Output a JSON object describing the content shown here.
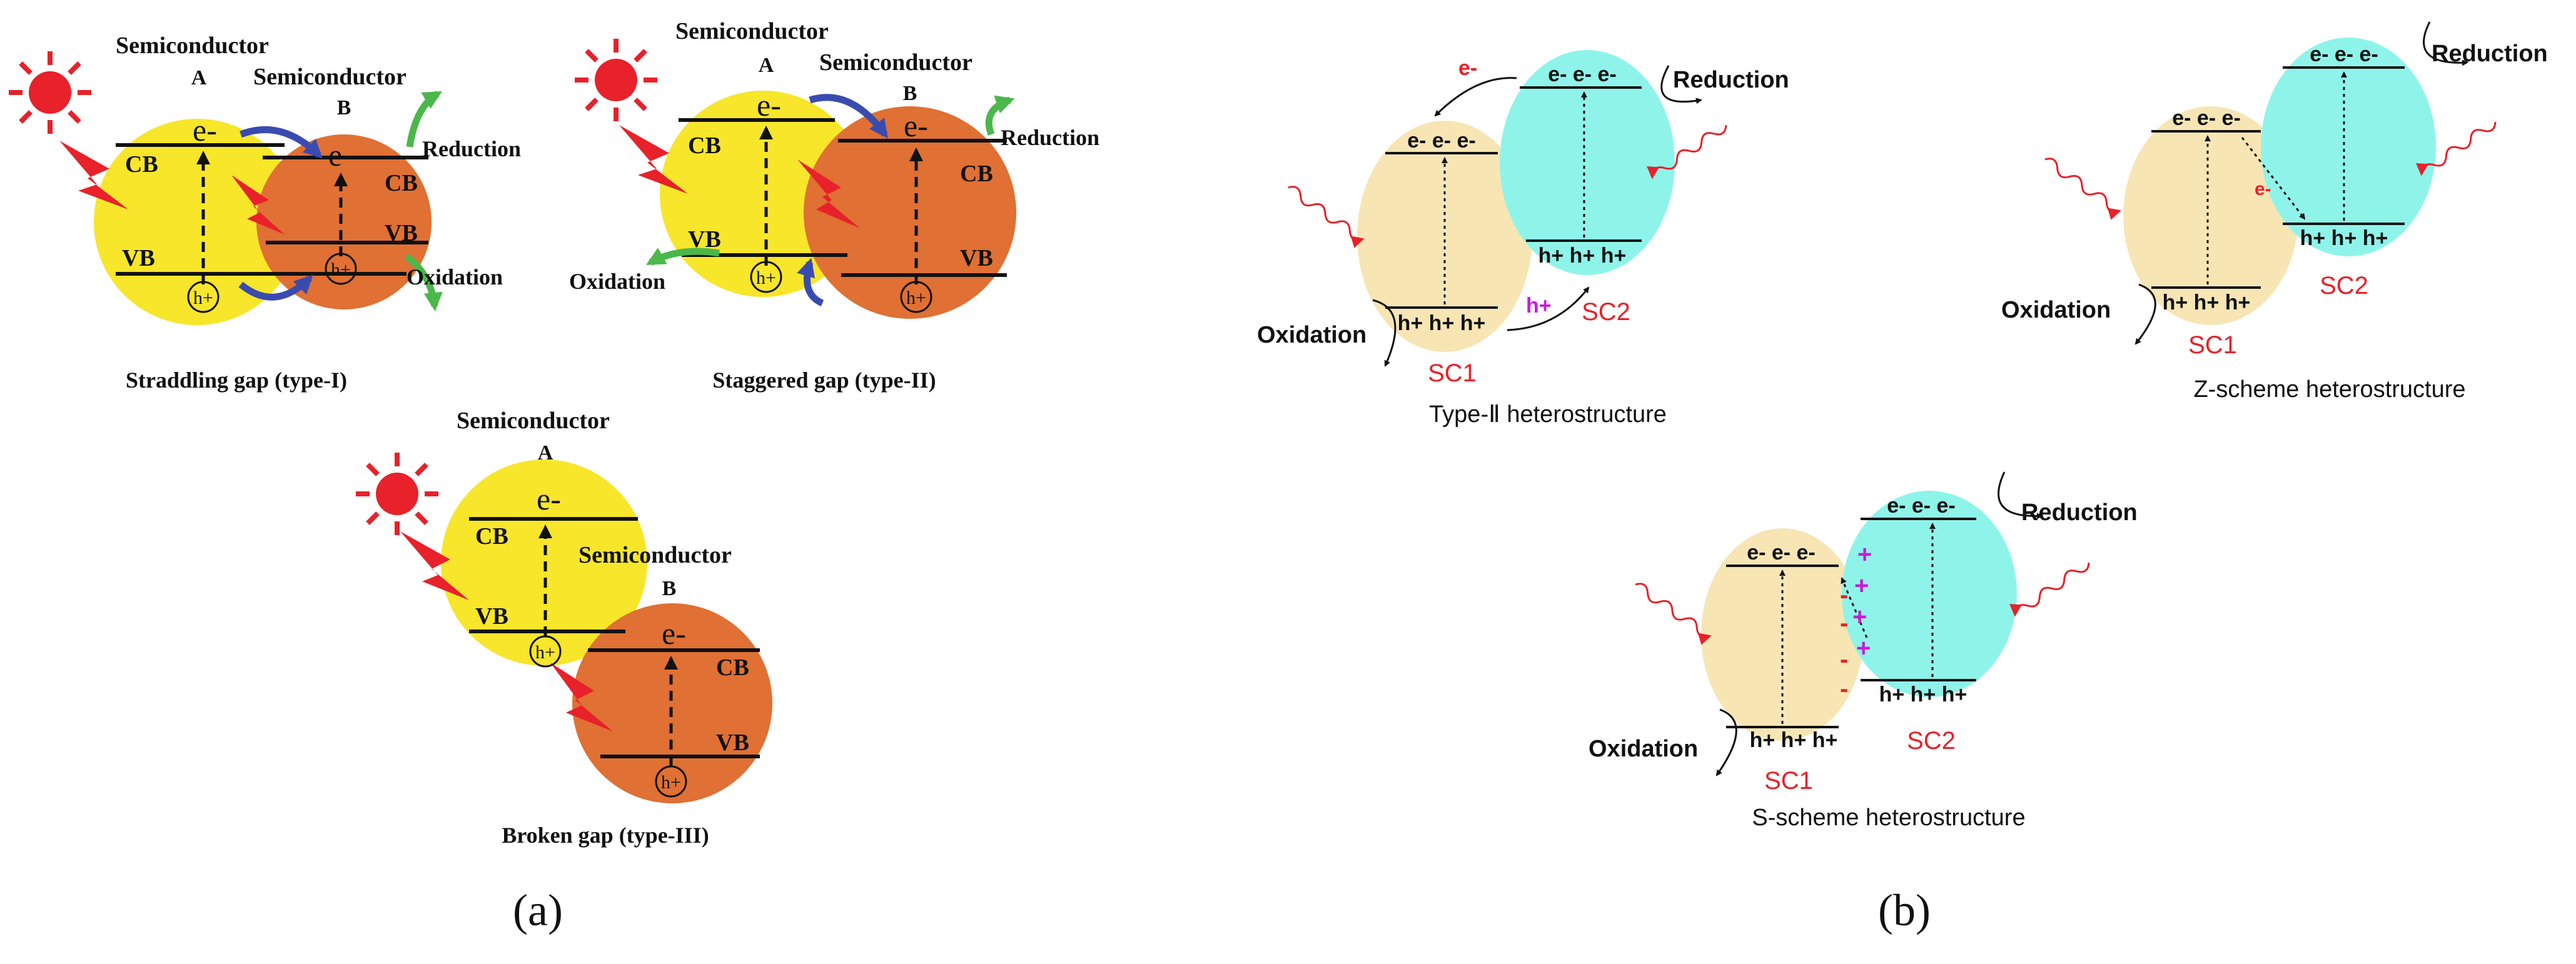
{
  "colors": {
    "yellow": "#f7e62a",
    "orange": "#e07033",
    "beige": "#f7e6b4",
    "cyan": "#8ef4ea",
    "red": "#e8212a",
    "arrow_blue": "#3a4bb0",
    "arrow_green": "#4ab84a",
    "magenta": "#c81bd8",
    "black": "#111111"
  },
  "icons": [
    "sun-icon",
    "lightning-icon",
    "wavy-light-icon"
  ],
  "panel_a": {
    "label": "(a)",
    "sc_a_line1": "Semiconductor",
    "sc_a_line2": "A",
    "sc_b_line1": "Semiconductor",
    "sc_b_line2": "B",
    "cb": "CB",
    "vb": "VB",
    "electron": "e-",
    "hole": "h+",
    "reduction": "Reduction",
    "oxidation": "Oxidation",
    "type1_caption": "Straddling gap (type-I)",
    "type2_caption": "Staggered gap (type-II)",
    "type3_caption": "Broken gap (type-III)"
  },
  "panel_b": {
    "label": "(b)",
    "sc1": "SC1",
    "sc2": "SC2",
    "reduction": "Reduction",
    "oxidation": "Oxidation",
    "electrons": "e- e- e-",
    "holes": "h+ h+ h+",
    "single_e": "e-",
    "single_h": "h+",
    "plus": "+",
    "minus": "-",
    "type2_caption": "Type-Ⅱ heterostructure",
    "z_caption": "Z-scheme heterostructure",
    "s_caption": "S-scheme heterostructure"
  }
}
